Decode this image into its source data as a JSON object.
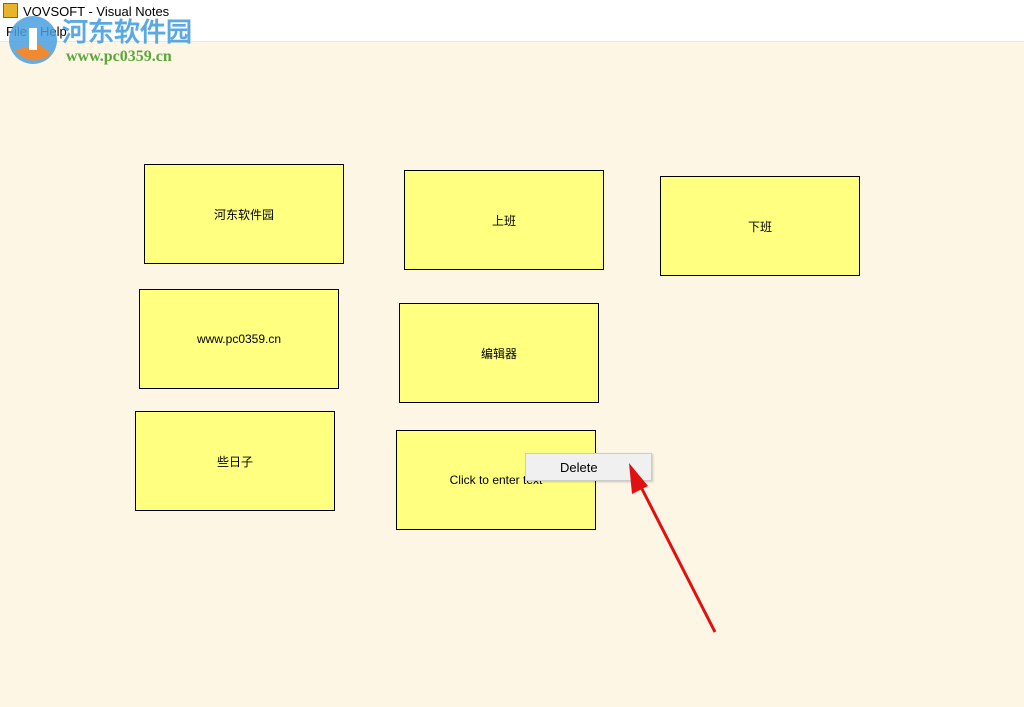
{
  "window": {
    "title": "VOVSOFT - Visual Notes"
  },
  "menubar": {
    "items": [
      "File",
      "Help"
    ]
  },
  "notes": [
    "河东软件园",
    "上班",
    "下班",
    "www.pc0359.cn",
    "编辑器",
    "些日子",
    "Click to enter text"
  ],
  "context_menu": {
    "items": [
      "Delete"
    ]
  },
  "watermark": {
    "name": "河东软件园",
    "url": "www.pc0359.cn"
  },
  "colors": {
    "background": "#fdf6e4",
    "note": "#ffff80",
    "arrow": "#e01010"
  }
}
